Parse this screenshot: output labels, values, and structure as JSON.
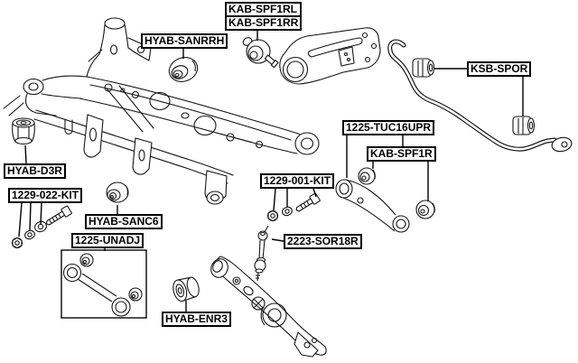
{
  "diagram": {
    "type": "exploded-parts-diagram",
    "subject": "rear-suspension-assembly",
    "colors": {
      "background": "#ffffff",
      "line": "#161616",
      "label_border": "#000000",
      "label_text": "#000000",
      "label_background": "#ffffff"
    }
  },
  "labels": {
    "kab_spf1rl": "KAB-SPF1RL",
    "kab_spf1rr": "KAB-SPF1RR",
    "hyab_sanrrh": "HYAB-SANRRH",
    "ksb_spor": "KSB-SPOR",
    "tuc16upr": "1225-TUC16UPR",
    "kab_spf1r": "KAB-SPF1R",
    "hyab_d3r": "HYAB-D3R",
    "kit_022": "1229-022-KIT",
    "hyab_sanc6": "HYAB-SANC6",
    "unadj_1225": "1225-UNADJ",
    "kit_001": "1229-001-KIT",
    "sor18r": "2223-SOR18R",
    "hyab_enr3": "HYAB-ENR3"
  },
  "parts": [
    "subframe-crossmember",
    "subframe-front-bushing",
    "arm-bushing-sanrrh",
    "arm-bushing-spf1rl-spf1rr",
    "trailing-arm",
    "stabilizer-bar",
    "stabilizer-bushing-front",
    "stabilizer-bushing-rear",
    "upper-camber-arm",
    "camber-arm-bushing-front",
    "camber-arm-bushing-rear",
    "bolt-kit-1229-001",
    "bolt-kit-1229-022",
    "arm-bushing-sanc6",
    "lateral-rod-kit",
    "stabilizer-link",
    "lower-spring-arm",
    "arm-bushing-enr3"
  ]
}
